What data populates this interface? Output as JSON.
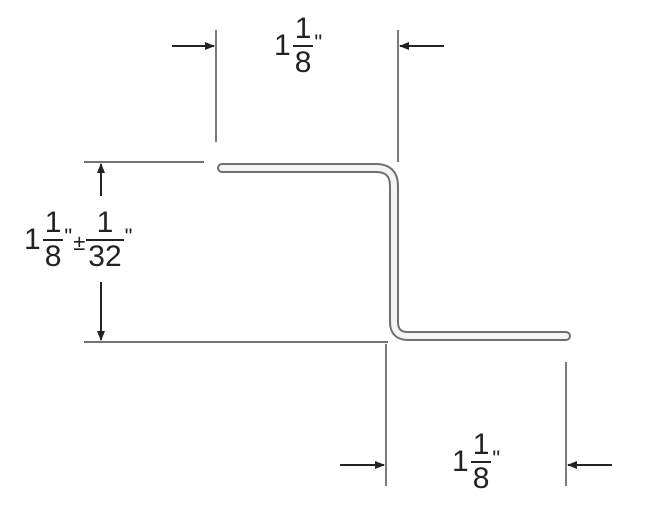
{
  "dimensions": {
    "top_flange": {
      "whole": "1",
      "numerator": "1",
      "denominator": "8",
      "unit": "\""
    },
    "height": {
      "whole": "1",
      "numerator": "1",
      "denominator": "8",
      "unit": "\"",
      "tolerance_sign": "±",
      "tolerance_numerator": "1",
      "tolerance_denominator": "32",
      "tolerance_unit": "\""
    },
    "bottom_flange": {
      "whole": "1",
      "numerator": "1",
      "denominator": "8",
      "unit": "\""
    }
  },
  "colors": {
    "profile_stroke": "#6f6f6f",
    "profile_fill": "#f4f4f4",
    "dimension_line": "#222222"
  }
}
